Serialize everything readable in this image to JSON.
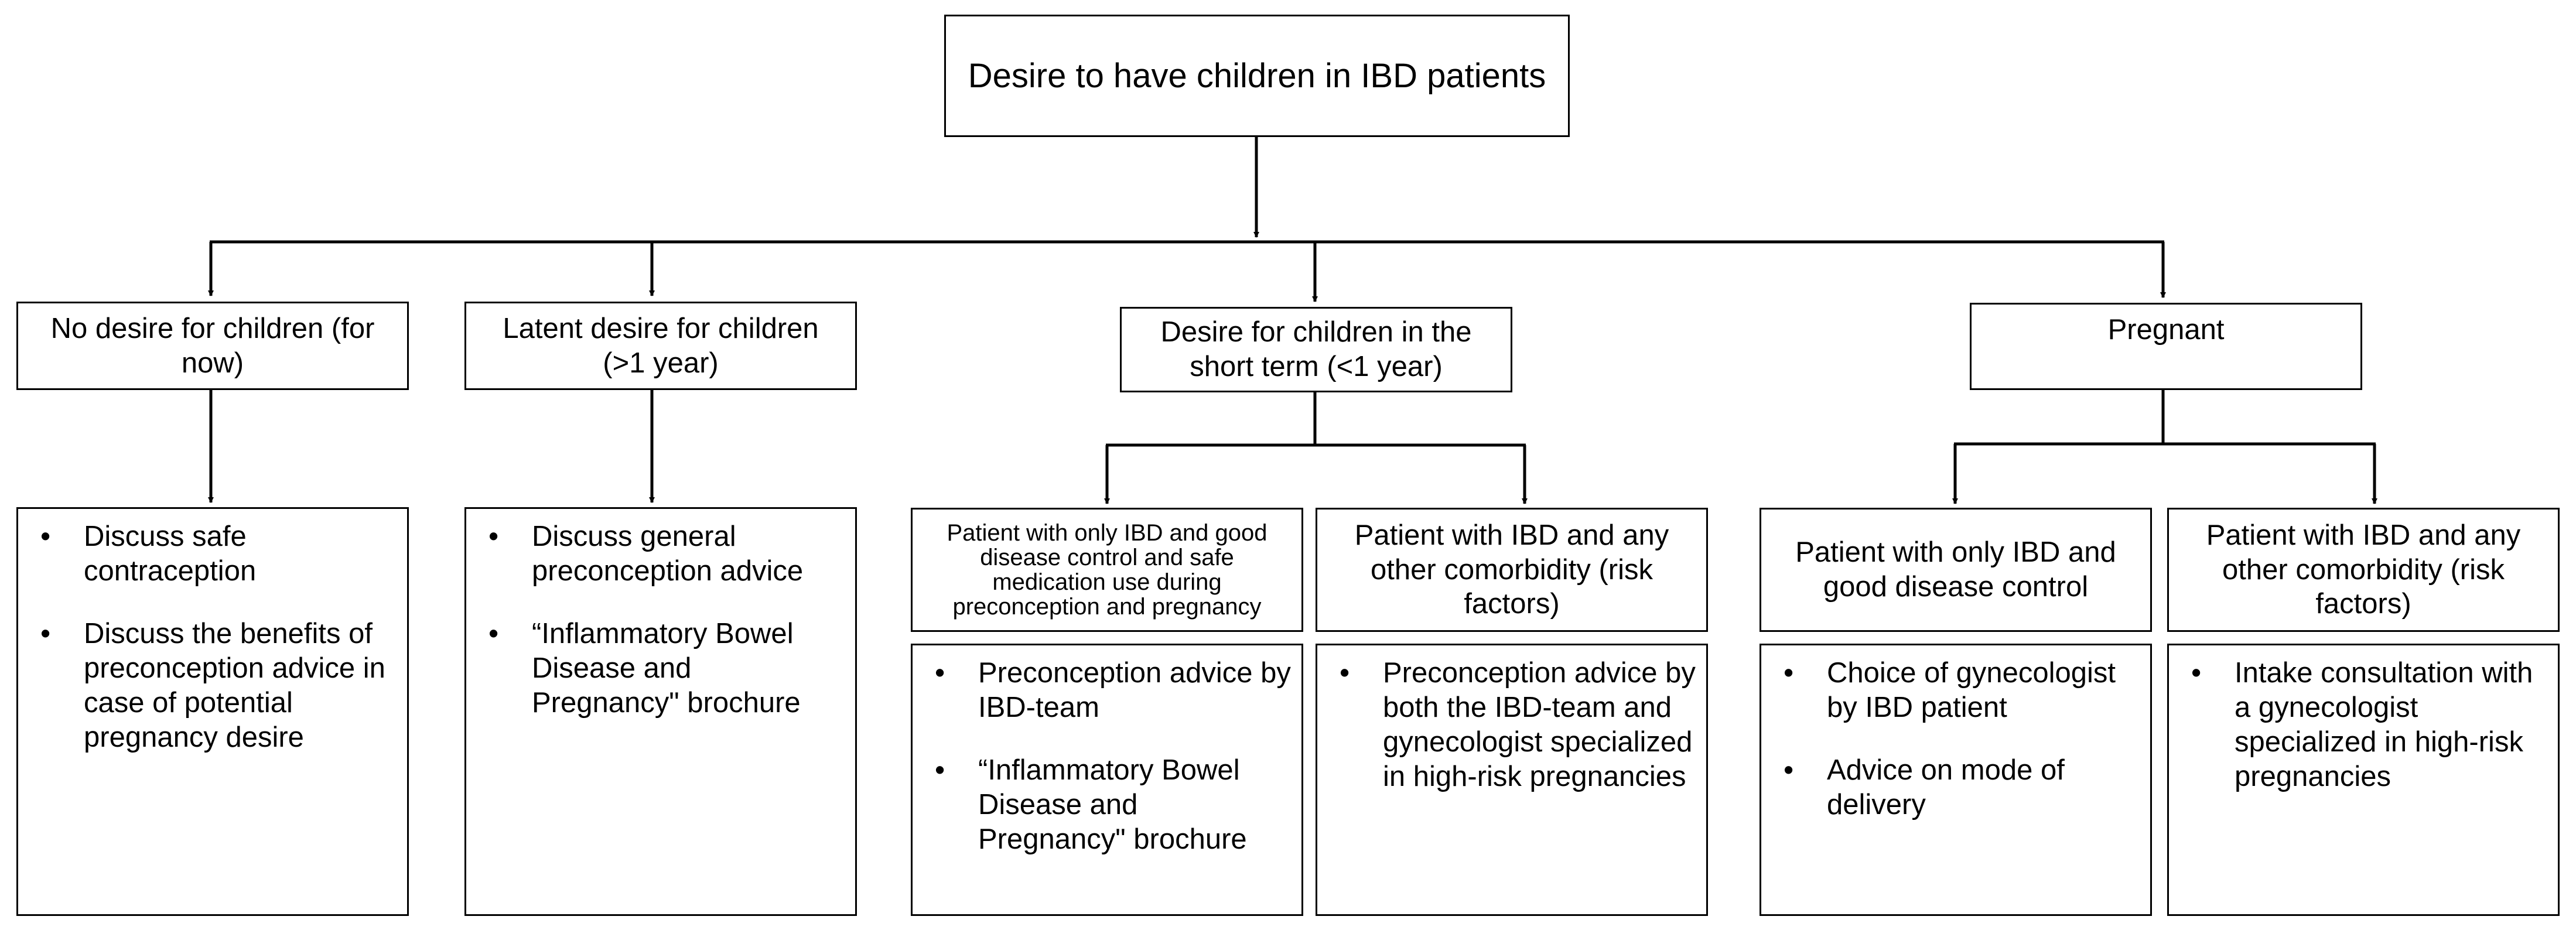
{
  "diagram": {
    "root": "Desire to have children in IBD patients",
    "categories": [
      {
        "label": "No desire for children (for now)",
        "bullets": [
          "Discuss safe contraception",
          "Discuss the benefits of preconception advice in case of potential pregnancy desire"
        ]
      },
      {
        "label": "Latent desire for children (>1 year)",
        "bullets": [
          "Discuss general preconception advice",
          "“Inflammatory Bowel Disease and Pregnancy\" brochure"
        ]
      },
      {
        "label": "Desire for children in the short term (<1 year)",
        "subgroups": [
          {
            "label": "Patient with only IBD and good disease control and safe medication use during preconception and pregnancy",
            "bullets": [
              "Preconception advice by IBD-team",
              "“Inflammatory Bowel Disease and Pregnancy\" brochure"
            ]
          },
          {
            "label": "Patient with IBD and any other comorbidity (risk factors)",
            "bullets": [
              "Preconception advice by both the IBD-team and gynecologist specialized in high-risk pregnancies"
            ]
          }
        ]
      },
      {
        "label": "Pregnant",
        "subgroups": [
          {
            "label": "Patient with only IBD and good disease control",
            "bullets": [
              "Choice of gynecologist by IBD patient",
              "Advice on mode of delivery"
            ]
          },
          {
            "label": "Patient with IBD and any other comorbidity (risk factors)",
            "bullets": [
              "Intake consultation with a gynecologist specialized in high-risk pregnancies"
            ]
          }
        ]
      }
    ]
  }
}
